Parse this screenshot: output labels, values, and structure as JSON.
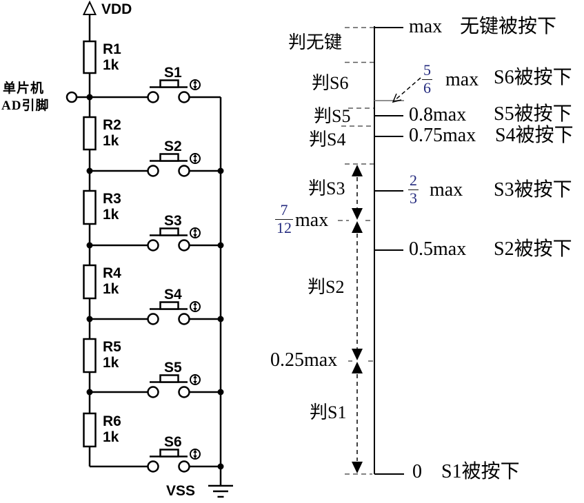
{
  "colors": {
    "line": "#000000",
    "boundary_dash": "#595959",
    "fraction_digits": "#232a7e",
    "background": "#ffffff"
  },
  "icons": {
    "vdd_arrow": "hollow-up-triangle",
    "ground": "three-bar-earth-ground",
    "pushbutton_actuator": "circle-with-vertical-double-arrow",
    "open_terminal": "open-circle"
  },
  "circuit": {
    "vdd_label": "VDD",
    "vss_label": "VSS",
    "mcu_pin_line1": "单片机",
    "mcu_pin_line2": "AD引脚",
    "resistors": [
      {
        "name": "R1",
        "value": "1k"
      },
      {
        "name": "R2",
        "value": "1k"
      },
      {
        "name": "R3",
        "value": "1k"
      },
      {
        "name": "R4",
        "value": "1k"
      },
      {
        "name": "R5",
        "value": "1k"
      },
      {
        "name": "R6",
        "value": "1k"
      }
    ],
    "switches": [
      {
        "name": "S1"
      },
      {
        "name": "S2"
      },
      {
        "name": "S3"
      },
      {
        "name": "S4"
      },
      {
        "name": "S5"
      },
      {
        "name": "S6"
      }
    ]
  },
  "scale": {
    "regions": [
      {
        "label": "判无键"
      },
      {
        "label": "判S6"
      },
      {
        "label": "判S5"
      },
      {
        "label": "判S4"
      },
      {
        "label": "判S3"
      },
      {
        "label": "判S2"
      },
      {
        "label": "判S1"
      }
    ],
    "levels": [
      {
        "value": "max",
        "event": "无键被按下"
      },
      {
        "frac_num": "5",
        "frac_den": "6",
        "unit": "max",
        "event": "S6被按下"
      },
      {
        "value": "0.8max",
        "event": "S5被按下"
      },
      {
        "value": "0.75max",
        "event": "S4被按下"
      },
      {
        "frac_num": "2",
        "frac_den": "3",
        "unit": "max",
        "event": "S3被按下"
      },
      {
        "value": "0.5max",
        "event": "S2被按下"
      },
      {
        "value": "0",
        "event": "S1被按下"
      }
    ],
    "thresholds": [
      {
        "frac_num": "7",
        "frac_den": "12",
        "unit": "max"
      },
      {
        "value": "0.25max"
      }
    ]
  }
}
